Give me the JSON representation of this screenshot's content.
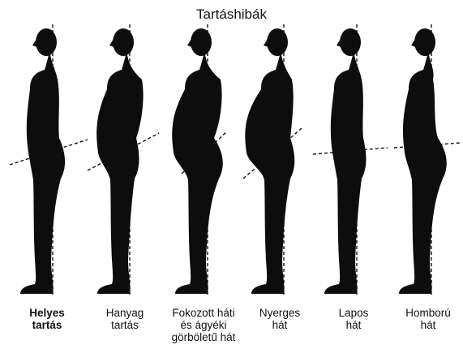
{
  "title": "Tartáshibák",
  "figures": [
    {
      "line1": "Helyes",
      "line2": "tartás",
      "line3": "",
      "emphasis": true
    },
    {
      "line1": "Hanyag",
      "line2": "tartás",
      "line3": "",
      "emphasis": false
    },
    {
      "line1": "Fokozott háti",
      "line2": "és ágyéki",
      "line3": "görböletű hát",
      "emphasis": false
    },
    {
      "line1": "Nyerges",
      "line2": "hát",
      "line3": "",
      "emphasis": false
    },
    {
      "line1": "Lapos",
      "line2": "hát",
      "line3": "",
      "emphasis": false
    },
    {
      "line1": "Homború",
      "line2": "hát",
      "line3": "",
      "emphasis": false
    }
  ],
  "colors": {
    "silhouette": "#0d0d0d",
    "guide_line": "#111111",
    "text": "#111111",
    "background": "#ffffff"
  }
}
